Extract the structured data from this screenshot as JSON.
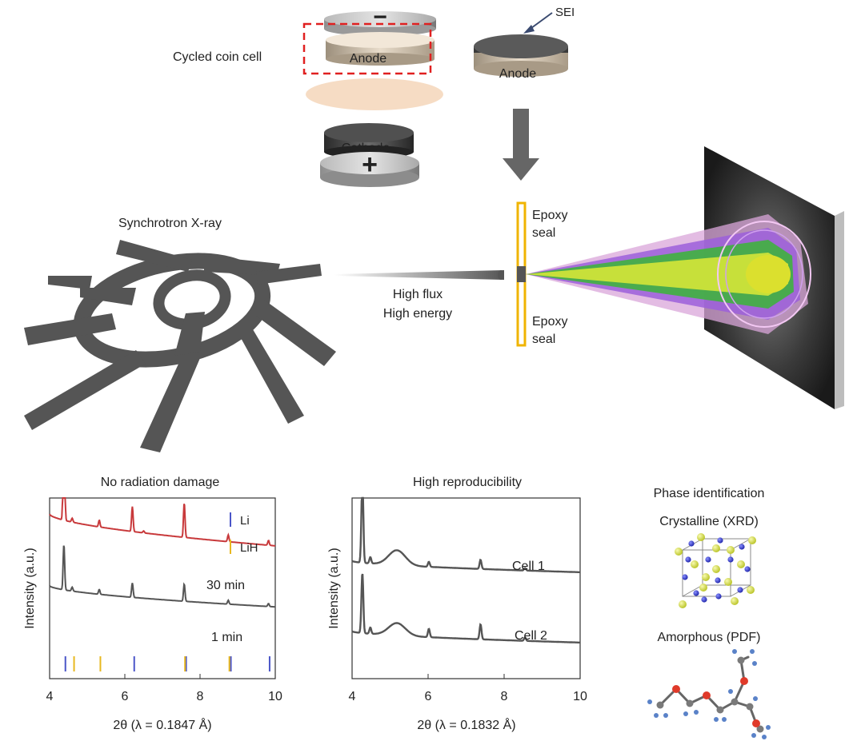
{
  "schematic": {
    "coin_cell_label": "Cycled coin cell",
    "anode_label": "Anode",
    "cathode_label": "Cathode",
    "minus_symbol": "−",
    "plus_symbol": "+",
    "sei_label": "SEI",
    "anode_right_label": "Anode",
    "synchrotron_label": "Synchrotron X-ray",
    "beam_line1": "High flux",
    "beam_line2": "High energy",
    "epoxy_top_1": "Epoxy",
    "epoxy_top_2": "seal",
    "epoxy_bot_1": "Epoxy",
    "epoxy_bot_2": "seal"
  },
  "colors": {
    "li_tick": "#4a55c8",
    "lih_tick": "#e8b820",
    "trace_30min": "#c8393b",
    "trace_gray": "#555555",
    "highlight_red": "#e02020",
    "epoxy": "#f0b400"
  },
  "chart_data": [
    {
      "type": "line",
      "title": "No radiation damage",
      "xlabel": "2θ (λ = 0.1847 Å)",
      "ylabel": "Intensity (a.u.)",
      "xlim": [
        4,
        10
      ],
      "xticks": [
        "4",
        "6",
        "8",
        "10"
      ],
      "series": [
        {
          "name": "30 min",
          "offset": 1.0,
          "base_start": 0.78,
          "base_end": 0.12,
          "peaks": [
            [
              4.38,
              3.0
            ],
            [
              4.6,
              0.08
            ],
            [
              5.32,
              0.14
            ],
            [
              6.2,
              0.52
            ],
            [
              6.5,
              0.04
            ],
            [
              7.58,
              0.72
            ],
            [
              8.75,
              0.14
            ],
            [
              9.82,
              0.1
            ]
          ]
        },
        {
          "name": "1 min",
          "offset": 0.0,
          "base_start": 0.62,
          "base_end": 0.18,
          "peaks": [
            [
              4.38,
              0.95
            ],
            [
              4.6,
              0.08
            ],
            [
              5.32,
              0.1
            ],
            [
              6.2,
              0.3
            ],
            [
              7.58,
              0.36
            ],
            [
              8.75,
              0.08
            ],
            [
              9.82,
              0.06
            ]
          ]
        }
      ],
      "reference_ticks": {
        "Li": [
          4.42,
          6.25,
          7.63,
          8.82,
          9.85
        ],
        "LiH": [
          4.65,
          5.35,
          7.6,
          8.78
        ]
      },
      "legend": [
        "Li",
        "LiH"
      ]
    },
    {
      "type": "line",
      "title": "High reproducibility",
      "xlabel": "2θ (λ = 0.1832 Å)",
      "ylabel": "Intensity (a.u.)",
      "xlim": [
        4,
        10
      ],
      "xticks": [
        "4",
        "6",
        "8",
        "10"
      ],
      "series": [
        {
          "name": "Cell 1",
          "offset": 1.0,
          "base_start": 0.35,
          "base_end": 0.08,
          "peaks": [
            [
              4.27,
              2.05
            ],
            [
              4.48,
              0.15
            ],
            [
              5.18,
              0.36
            ],
            [
              6.02,
              0.12
            ],
            [
              7.38,
              0.22
            ],
            [
              8.55,
              0.06
            ]
          ]
        },
        {
          "name": "Cell 2",
          "offset": 0.0,
          "base_start": 0.35,
          "base_end": 0.08,
          "peaks": [
            [
              4.27,
              1.45
            ],
            [
              4.48,
              0.15
            ],
            [
              5.18,
              0.3
            ],
            [
              6.02,
              0.2
            ],
            [
              7.38,
              0.36
            ],
            [
              8.55,
              0.08
            ]
          ]
        }
      ]
    }
  ],
  "phase_panel": {
    "title": "Phase identification",
    "crystalline": "Crystalline (XRD)",
    "amorphous": "Amorphous (PDF)"
  }
}
